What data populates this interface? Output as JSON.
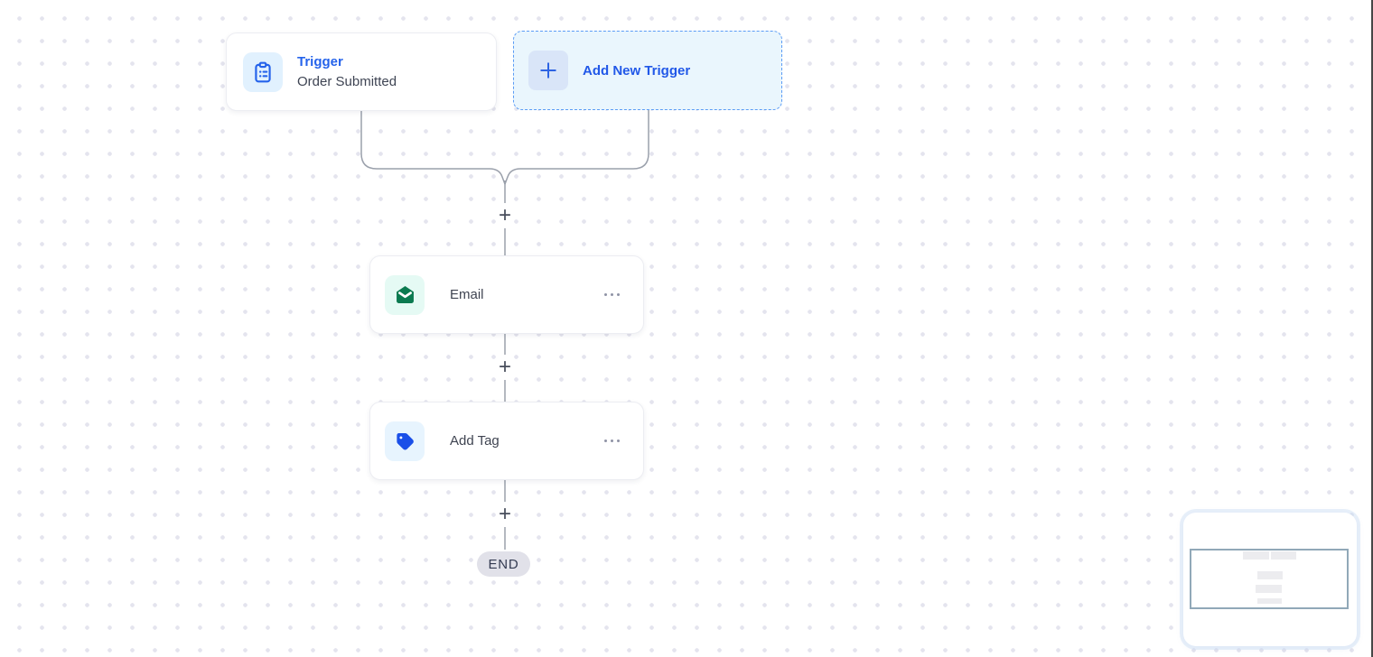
{
  "canvas": {
    "dot_color": "#e4e4ee",
    "connector_color": "#9aa0ab"
  },
  "trigger_card": {
    "title": "Trigger",
    "subtitle": "Order Submitted",
    "icon": "clipboard-list-icon",
    "accent_color": "#2563eb"
  },
  "add_trigger_card": {
    "label": "Add New Trigger",
    "icon": "plus-icon",
    "accent_color": "#2158e8",
    "background_color": "#eaf6fd",
    "border_color": "#5b9cf5"
  },
  "steps": [
    {
      "label": "Email",
      "icon": "envelope-open-icon",
      "icon_color": "#0b7a50",
      "menu_icon": "ellipsis-icon"
    },
    {
      "label": "Add Tag",
      "icon": "tag-icon",
      "icon_color": "#1a4fe8",
      "menu_icon": "ellipsis-icon"
    }
  ],
  "connectors": {
    "add_symbol": "+",
    "add_button_count": 3
  },
  "end_badge": {
    "label": "END",
    "background_color": "#e1e1e9"
  },
  "minimap": {
    "viewport_border_color": "#91a8b8",
    "node_color": "#ececef"
  }
}
